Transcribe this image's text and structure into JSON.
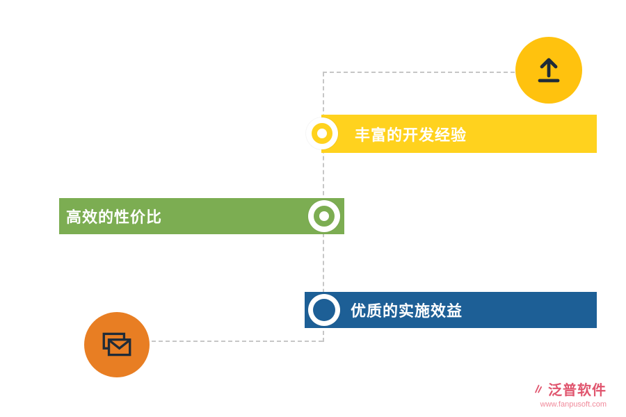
{
  "banners": [
    {
      "label": "丰富的开发经验",
      "color": "#FFD21E"
    },
    {
      "label": "高效的性价比",
      "color": "#7CAD52"
    },
    {
      "label": "优质的实施效益",
      "color": "#1D5F96"
    }
  ],
  "icons": [
    {
      "name": "upload-icon",
      "circle_color": "#FFC20E",
      "glyph_color": "#1F2B38"
    },
    {
      "name": "mail-icon",
      "circle_color": "#E87E23",
      "glyph_color": "#1F2B38"
    }
  ],
  "connector_color": "#C6C6C6",
  "footer": {
    "brand": "泛普软件",
    "url": "www.fanpusoft.com",
    "brand_color": "#E0556E"
  }
}
